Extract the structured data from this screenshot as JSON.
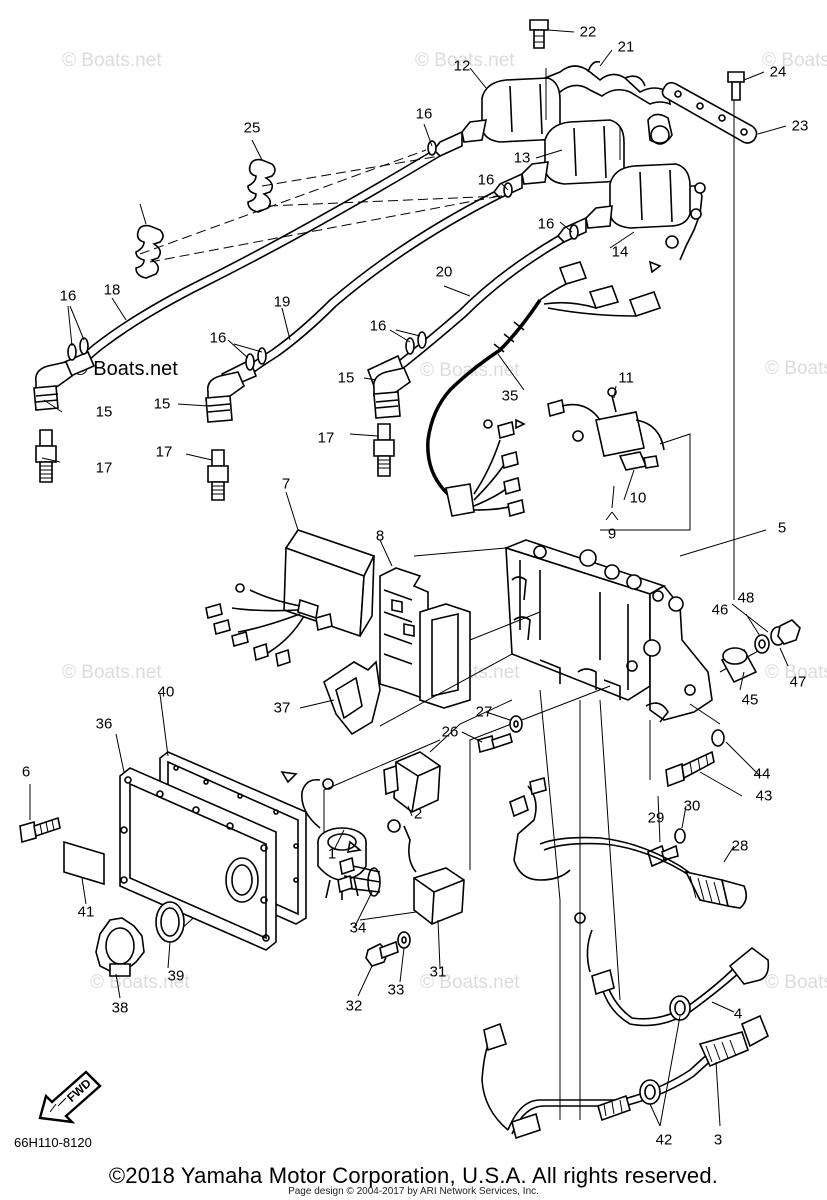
{
  "watermark": {
    "text": "© Boats.net",
    "brand": "Boats.net"
  },
  "callouts": [
    "22",
    "21",
    "24",
    "23",
    "12",
    "13",
    "16",
    "14",
    "25",
    "16",
    "16",
    "18",
    "19",
    "20",
    "16",
    "16",
    "16",
    "15",
    "35",
    "15",
    "15",
    "17",
    "17",
    "17",
    "11",
    "7",
    "8",
    "10",
    "9",
    "5",
    "48",
    "46",
    "47",
    "45",
    "40",
    "37",
    "27",
    "26",
    "36",
    "6",
    "2",
    "44",
    "43",
    "29",
    "30",
    "1",
    "28",
    "34",
    "41",
    "31",
    "39",
    "33",
    "32",
    "38",
    "4",
    "3",
    "42"
  ],
  "fwd_label": "FWD",
  "diagram_code": "66H110-8120",
  "copyright": "©2018 Yamaha Motor Corporation, U.S.A. All rights reserved.",
  "page_design": "Page design © 2004-2017 by ARI Network Services, Inc.",
  "colors": {
    "line": "#000000",
    "watermark": "#dcdcdc",
    "background": "#ffffff"
  },
  "icons": [
    "fwd-arrow-icon"
  ]
}
